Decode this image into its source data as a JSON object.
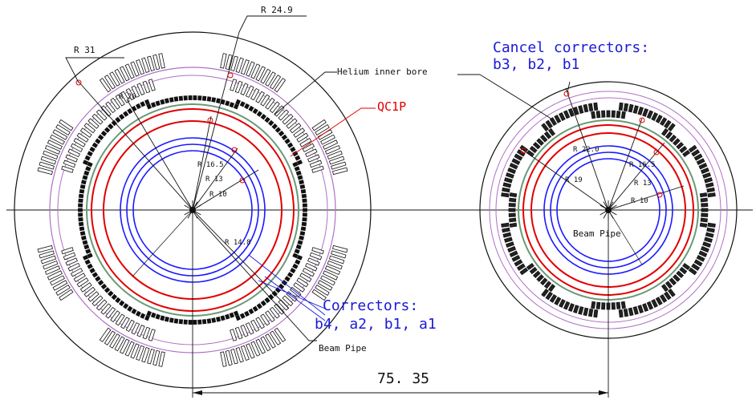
{
  "colors": {
    "ink": "#111111",
    "red": "#e00000",
    "blue": "#1a1aff",
    "purple": "#b070c8",
    "green": "#6a9a78",
    "callout_blue": "#1a1ad8",
    "callout_red": "#e00000"
  },
  "left_magnet": {
    "label_r31": "R 31",
    "label_r249": "R 24.9",
    "label_r20": "R 20",
    "label_r165": "R 16.5",
    "label_r13": "R 13",
    "label_r10": "R 10",
    "label_r148": "R 14.8",
    "helium_label": "Helium inner bore",
    "qc1p_label": "QC1P",
    "correctors_title": "Correctors:",
    "correctors_list": "b4, a2, b1, a1",
    "beam_pipe_label": "Beam Pipe"
  },
  "right_magnet": {
    "cancel_title": "Cancel correctors:",
    "cancel_list": "b3, b2, b1",
    "label_r220": "R 22.0",
    "label_r19": "R 19",
    "label_r165": "R 16.5",
    "label_r13": "R 13",
    "label_r10": "R 10",
    "beam_pipe_label": "Beam Pipe"
  },
  "dimension": {
    "distance_label": "75. 35"
  }
}
